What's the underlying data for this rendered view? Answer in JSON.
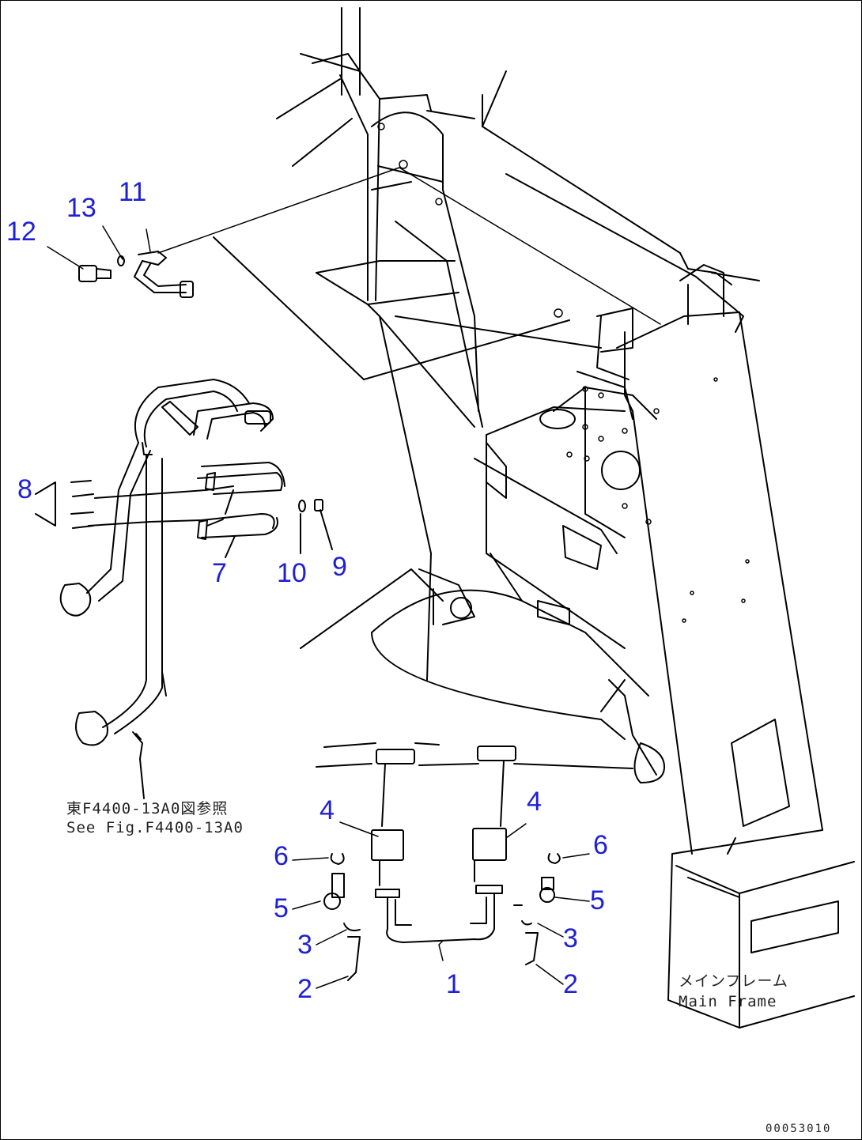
{
  "callouts": {
    "c12": "12",
    "c13": "13",
    "c11": "11",
    "c8": "8",
    "c7": "7",
    "c10": "10",
    "c9": "9",
    "c4a": "4",
    "c4b": "4",
    "c6a": "6",
    "c6b": "6",
    "c5a": "5",
    "c5b": "5",
    "c3a": "3",
    "c3b": "3",
    "c2a": "2",
    "c2b": "2",
    "c1": "1"
  },
  "notes": {
    "see_fig_jp": "東F4400-13A0図参照",
    "see_fig_en": "See Fig.F4400-13A0",
    "main_frame_jp": "メインフレーム",
    "main_frame_en": "Main Frame"
  },
  "drawing_number": "00053010",
  "colors": {
    "callout": "#1f1fd6",
    "line": "#000000",
    "text": "#222222"
  }
}
